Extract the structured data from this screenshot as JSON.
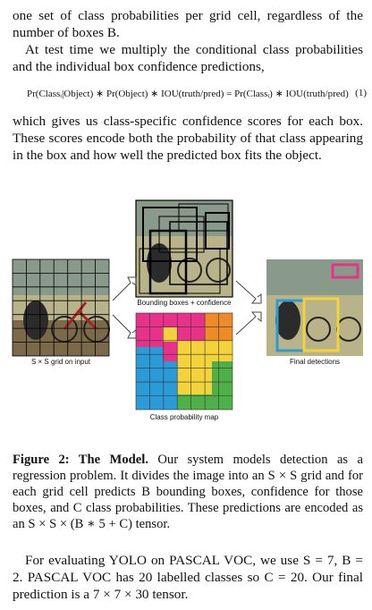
{
  "para1": "one set of class probabilities per grid cell, regardless of the number of boxes B.",
  "para2": "At test time we multiply the conditional class probabilities and the individual box confidence predictions,",
  "equation": "Pr(Classᵢ|Object) ∗ Pr(Object) ∗ IOU(truth/pred) = Pr(Classᵢ) ∗ IOU(truth/pred)",
  "equation_number": "(1)",
  "para3": "which gives us class-specific confidence scores for each box. These scores encode both the probability of that class appearing in the box and how well the predicted box fits the object.",
  "figure": {
    "label_grid": "S × S grid on input",
    "label_boxes": "Bounding boxes + confidence",
    "label_classmap": "Class probability map",
    "label_final": "Final detections",
    "class_colors": [
      "#e8318a",
      "#f3d23b",
      "#2a9bd7",
      "#4fb04a",
      "#ed8a2a"
    ]
  },
  "caption": {
    "bold": "Figure 2: The Model.",
    "text": "Our system models detection as a regression problem. It divides the image into an S × S grid and for each grid cell predicts B bounding boxes, confidence for those boxes, and C class probabilities. These predictions are encoded as an S × S × (B ∗ 5 + C) tensor."
  },
  "para4": "For evaluating YOLO on PASCAL VOC, we use S = 7, B = 2. PASCAL VOC has 20 labelled classes so C = 20. Our final prediction is a 7 × 7 × 30 tensor."
}
